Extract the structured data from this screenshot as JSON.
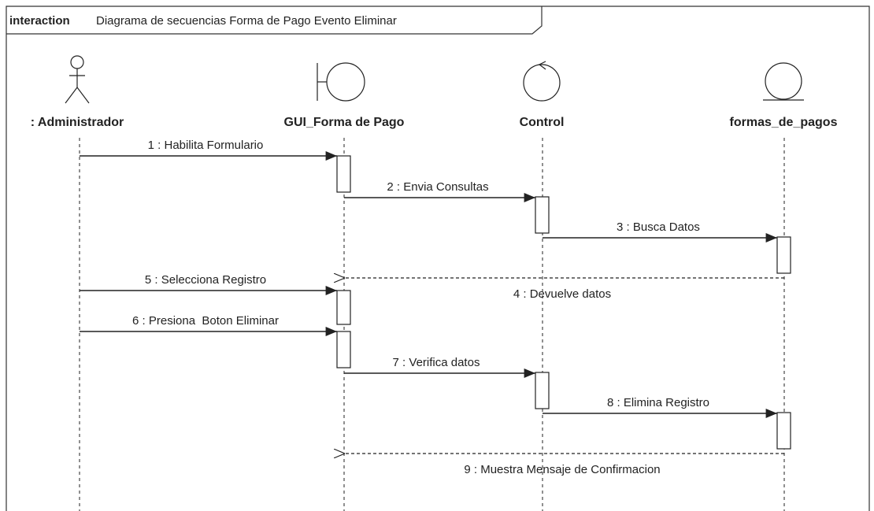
{
  "frame": {
    "keyword": "interaction",
    "name": "Diagrama de secuencias Forma de Pago Evento Eliminar"
  },
  "lifelines": [
    {
      "id": "admin",
      "name": ": Administrador",
      "kind": "actor"
    },
    {
      "id": "gui",
      "name": "GUI_Forma de Pago",
      "kind": "boundary"
    },
    {
      "id": "ctrl",
      "name": "Control",
      "kind": "control"
    },
    {
      "id": "db",
      "name": "formas_de_pagos",
      "kind": "entity"
    }
  ],
  "messages": [
    {
      "number": 1,
      "label": "1 : Habilita Formulario",
      "from": "admin",
      "to": "gui",
      "type": "sync"
    },
    {
      "number": 2,
      "label": "2 : Envia Consultas",
      "from": "gui",
      "to": "ctrl",
      "type": "sync"
    },
    {
      "number": 3,
      "label": "3 : Busca Datos",
      "from": "ctrl",
      "to": "db",
      "type": "sync"
    },
    {
      "number": 4,
      "label": "4 : Devuelve datos",
      "from": "db",
      "to": "gui",
      "type": "reply"
    },
    {
      "number": 5,
      "label": "5 : Selecciona Registro",
      "from": "admin",
      "to": "gui",
      "type": "sync"
    },
    {
      "number": 6,
      "label": "6 : Presiona  Boton Eliminar",
      "from": "admin",
      "to": "gui",
      "type": "sync"
    },
    {
      "number": 7,
      "label": "7 : Verifica datos",
      "from": "gui",
      "to": "ctrl",
      "type": "sync"
    },
    {
      "number": 8,
      "label": "8 : Elimina Registro",
      "from": "ctrl",
      "to": "db",
      "type": "sync"
    },
    {
      "number": 9,
      "label": "9 : Muestra Mensaje de Confirmacion",
      "from": "db",
      "to": "gui",
      "type": "reply"
    }
  ],
  "colors": {
    "line": "#222222",
    "background": "#ffffff"
  }
}
